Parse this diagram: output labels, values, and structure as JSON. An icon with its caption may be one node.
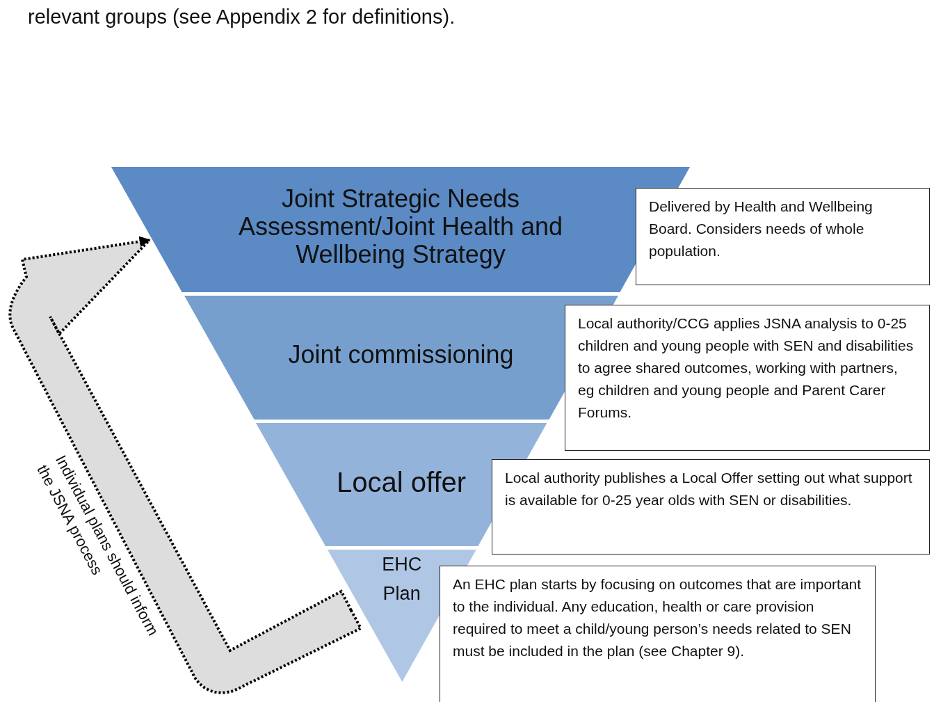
{
  "diagram": {
    "nodes": [
      {
        "text": [
          "Joint Strategic Needs Assessment/Joint Health and Wellbeing Strategy"
        ]
      },
      {
        "text": [
          "Joint commissioning"
        ]
      },
      {
        "text": [
          "Local offer"
        ]
      },
      {
        "text": [
          "EHC Plan"
        ]
      },
      {
        "text": [
          "Delivered by Health and Wellbeing Board. Considers needs of whole population."
        ]
      },
      {
        "text": [
          "Local authority/CCG applies JSNA analysis to 0-25 children and young people with SEN and disabilities to agree shared outcomes, working with partners, eg children and young people and Parent Carer Forums."
        ]
      },
      {
        "text": [
          "Local authority publishes a Local Offer setting out what support is available for 0-25 year olds with SEN or disabilities."
        ]
      },
      {
        "text": [
          "An EHC plan starts by focusing on outcomes that are important to the individual. Any education, health or care provision required to meet a child/young person’s needs related to SEN must be included in the plan (see Chapter 9)."
        ]
      }
    ],
    "edges": [
      {
        "from": 3,
        "to": 0,
        "arrow": "to",
        "label": "Individual plans should inform the JSNA process",
        "style": "dashed"
      }
    ],
    "labels": [
      "relevant groups (see Appendix 2 for definitions)."
    ]
  }
}
